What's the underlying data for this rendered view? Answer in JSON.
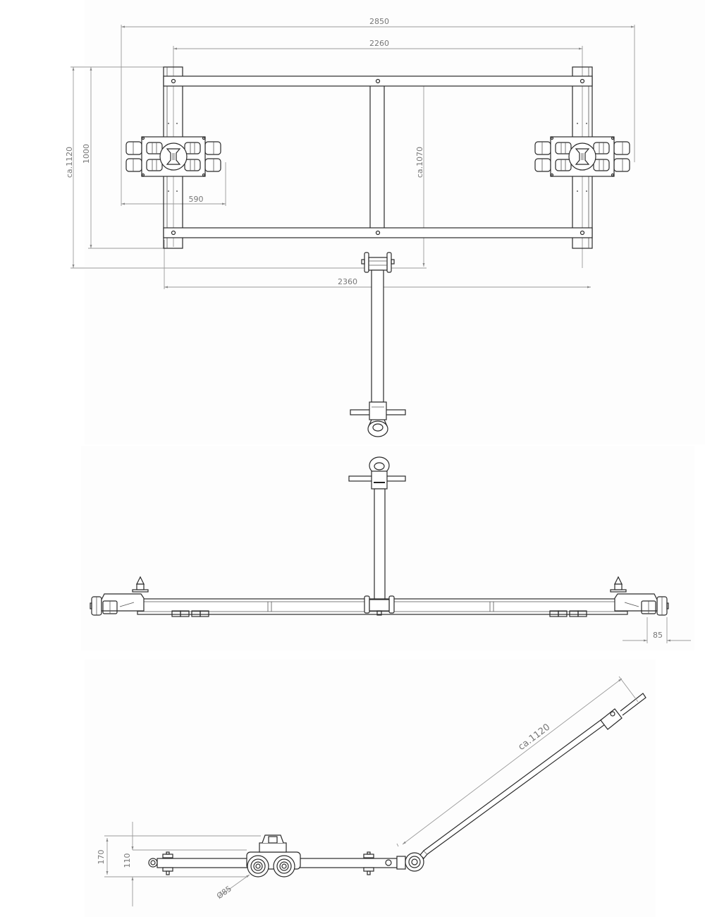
{
  "drawing": {
    "title": "Transport skate set with steering drawbar - dimensional drawing",
    "views": [
      {
        "name": "top-view"
      },
      {
        "name": "front-view"
      },
      {
        "name": "side-view"
      }
    ]
  },
  "dimensions": {
    "overall_width": "2850",
    "frame_width": "2260",
    "drawbar_span": "2360",
    "overall_depth": "ca.1120",
    "frame_depth": "1000",
    "center_depth": "ca.1070",
    "skate_length": "590",
    "wheel_overhang": "85",
    "total_height": "170",
    "frame_height": "110",
    "wheel_diameter": "Ø85",
    "drawbar_length": "ca.1120"
  },
  "colors": {
    "line": "#2a2a2a",
    "dimension_line": "#9a9a9a",
    "dimension_text": "#777777",
    "background": "#ffffff"
  }
}
